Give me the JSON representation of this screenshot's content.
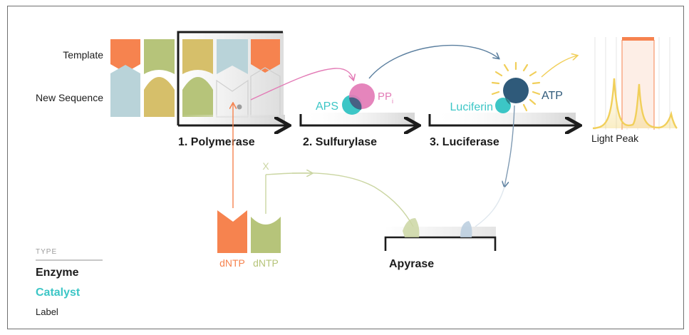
{
  "labels": {
    "template": "Template",
    "new_sequence": "New Sequence",
    "polymerase": "1. Polymerase",
    "sulfurylase": "2. Sulfurylase",
    "luciferase": "3. Luciferase",
    "aps": "APS",
    "ppi_main": "PP",
    "ppi_sub": "i",
    "luciferin": "Luciferin",
    "atp": "ATP",
    "light_peak": "Light Peak",
    "apyrase": "Apyrase",
    "dntp_1": "dNTP",
    "dntp_2": "dNTP",
    "x_mark": "X"
  },
  "legend": {
    "type_heading": "TYPE",
    "enzyme": "Enzyme",
    "catalyst": "Catalyst",
    "label": "Label"
  },
  "colors": {
    "orange": "#f6834f",
    "olive": "#b6c47a",
    "mustard": "#d6bf6a",
    "light_blue": "#b9d3d9",
    "pink": "#e37bb6",
    "teal": "#3cc6c6",
    "navy": "#2f5a7a",
    "yellow": "#f1cf5a",
    "dark": "#1c1c1c"
  }
}
